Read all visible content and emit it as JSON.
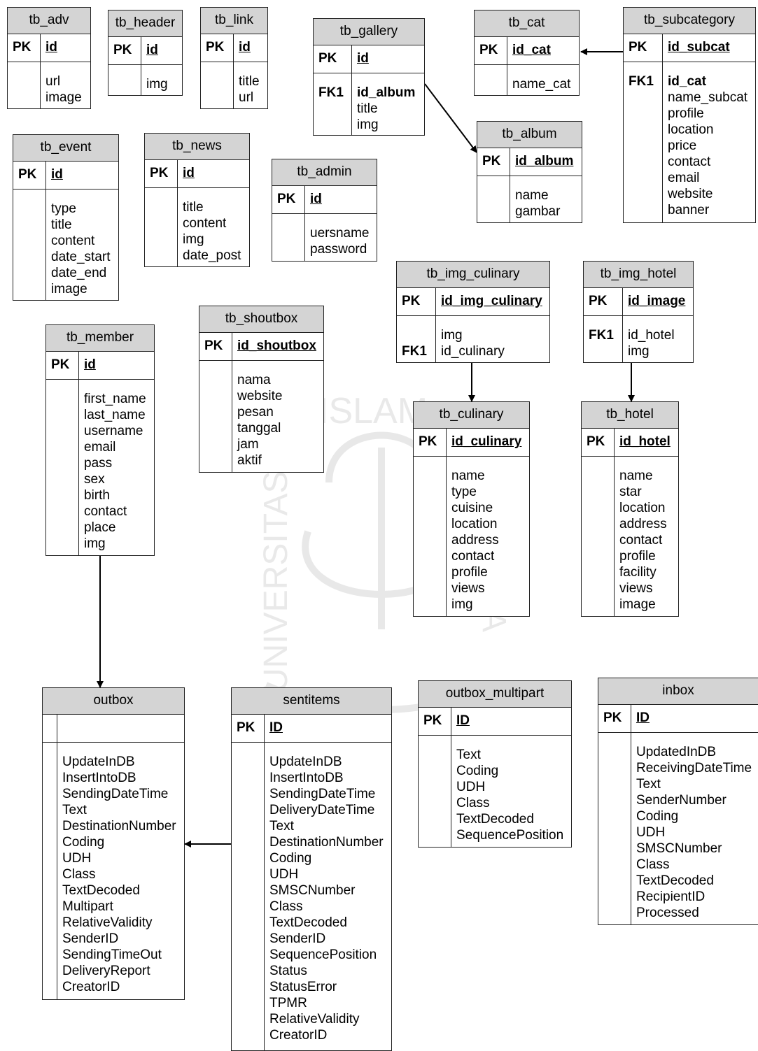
{
  "entities": [
    {
      "id": "tb_adv",
      "title": "tb_adv",
      "pk_key": "PK",
      "pk": "id",
      "body_keys": [],
      "fields": [
        "url",
        "image"
      ]
    },
    {
      "id": "tb_header",
      "title": "tb_header",
      "pk_key": "PK",
      "pk": "id",
      "body_keys": [],
      "fields": [
        "img"
      ]
    },
    {
      "id": "tb_link",
      "title": "tb_link",
      "pk_key": "PK",
      "pk": "id",
      "body_keys": [],
      "fields": [
        "title",
        "url"
      ]
    },
    {
      "id": "tb_gallery",
      "title": "tb_gallery",
      "pk_key": "PK",
      "pk": "id",
      "body_keys": [
        "FK1"
      ],
      "fields": [
        "id_album",
        "title",
        "img"
      ],
      "fk_fields": [
        "id_album"
      ]
    },
    {
      "id": "tb_cat",
      "title": "tb_cat",
      "pk_key": "PK",
      "pk": "id_cat",
      "body_keys": [],
      "fields": [
        "name_cat"
      ]
    },
    {
      "id": "tb_subcategory",
      "title": "tb_subcategory",
      "pk_key": "PK",
      "pk": "id_subcat",
      "body_keys": [
        "FK1"
      ],
      "fields": [
        "id_cat",
        "name_subcat",
        "profile",
        "location",
        "price",
        "contact",
        "email",
        "website",
        "banner"
      ],
      "fk_fields": [
        "id_cat"
      ]
    },
    {
      "id": "tb_album",
      "title": "tb_album",
      "pk_key": "PK",
      "pk": "id_album",
      "body_keys": [],
      "fields": [
        "name",
        "gambar"
      ]
    },
    {
      "id": "tb_event",
      "title": "tb_event",
      "pk_key": "PK",
      "pk": "id",
      "body_keys": [],
      "fields": [
        "type",
        "title",
        "content",
        "date_start",
        "date_end",
        "image"
      ]
    },
    {
      "id": "tb_news",
      "title": "tb_news",
      "pk_key": "PK",
      "pk": "id",
      "body_keys": [],
      "fields": [
        "title",
        "content",
        "img",
        "date_post"
      ]
    },
    {
      "id": "tb_admin",
      "title": "tb_admin",
      "pk_key": "PK",
      "pk": "id",
      "body_keys": [],
      "fields": [
        "uersname",
        "password"
      ]
    },
    {
      "id": "tb_img_culinary",
      "title": "tb_img_culinary",
      "pk_key": "PK",
      "pk": "id_img_culinary",
      "body_keys": [
        "",
        "FK1"
      ],
      "fields": [
        "img",
        "id_culinary"
      ]
    },
    {
      "id": "tb_img_hotel",
      "title": "tb_img_hotel",
      "pk_key": "PK",
      "pk": "id_image",
      "body_keys": [
        "FK1"
      ],
      "fields": [
        "id_hotel",
        "img"
      ]
    },
    {
      "id": "tb_member",
      "title": "tb_member",
      "pk_key": "PK",
      "pk": "id",
      "body_keys": [],
      "fields": [
        "first_name",
        "last_name",
        "username",
        "email",
        "pass",
        "sex",
        "birth",
        "contact",
        "place",
        "img"
      ]
    },
    {
      "id": "tb_shoutbox",
      "title": "tb_shoutbox",
      "pk_key": "PK",
      "pk": "id_shoutbox",
      "body_keys": [],
      "fields": [
        "nama",
        "website",
        "pesan",
        "tanggal",
        "jam",
        "aktif"
      ]
    },
    {
      "id": "tb_culinary",
      "title": "tb_culinary",
      "pk_key": "PK",
      "pk": "id_culinary",
      "body_keys": [],
      "fields": [
        "name",
        "type",
        "cuisine",
        "location",
        "address",
        "contact",
        "profile",
        "views",
        "img"
      ]
    },
    {
      "id": "tb_hotel",
      "title": "tb_hotel",
      "pk_key": "PK",
      "pk": "id_hotel",
      "body_keys": [],
      "fields": [
        "name",
        "star",
        "location",
        "address",
        "contact",
        "profile",
        "facility",
        "views",
        "image"
      ]
    },
    {
      "id": "outbox",
      "title": "outbox",
      "pk_key": "",
      "pk": "",
      "body_keys": [],
      "fields": [
        "UpdateInDB",
        "InsertIntoDB",
        "SendingDateTime",
        "Text",
        "DestinationNumber",
        "Coding",
        "UDH",
        "Class",
        "TextDecoded",
        "Multipart",
        "RelativeValidity",
        "SenderID",
        "SendingTimeOut",
        "DeliveryReport",
        "CreatorID"
      ]
    },
    {
      "id": "sentitems",
      "title": "sentitems",
      "pk_key": "PK",
      "pk": "ID",
      "body_keys": [],
      "fields": [
        "UpdateInDB",
        "InsertIntoDB",
        "SendingDateTime",
        "DeliveryDateTime",
        "Text",
        "DestinationNumber",
        "Coding",
        "UDH",
        "SMSCNumber",
        "Class",
        "TextDecoded",
        "SenderID",
        "SequencePosition",
        "Status",
        "StatusError",
        "TPMR",
        "RelativeValidity",
        "CreatorID"
      ]
    },
    {
      "id": "outbox_multipart",
      "title": "outbox_multipart",
      "pk_key": "PK",
      "pk": "ID",
      "body_keys": [],
      "fields": [
        "Text",
        "Coding",
        "UDH",
        "Class",
        "TextDecoded",
        "SequencePosition"
      ]
    },
    {
      "id": "inbox",
      "title": "inbox",
      "pk_key": "PK",
      "pk": "ID",
      "body_keys": [],
      "fields": [
        "UpdatedInDB",
        "ReceivingDateTime",
        "Text",
        "SenderNumber",
        "Coding",
        "UDH",
        "SMSCNumber",
        "Class",
        "TextDecoded",
        "RecipientID",
        "Processed"
      ]
    }
  ],
  "relationships": [
    {
      "from": "tb_subcategory",
      "to": "tb_cat"
    },
    {
      "from": "tb_gallery",
      "to": "tb_album"
    },
    {
      "from": "tb_img_culinary",
      "to": "tb_culinary"
    },
    {
      "from": "tb_img_hotel",
      "to": "tb_hotel"
    },
    {
      "from": "tb_member",
      "to": "outbox"
    },
    {
      "from": "sentitems",
      "to": "outbox"
    }
  ],
  "watermark": {
    "text_top": "ISLAM",
    "text_left": "UNIVERSITAS",
    "text_right": "INDONESIA"
  }
}
